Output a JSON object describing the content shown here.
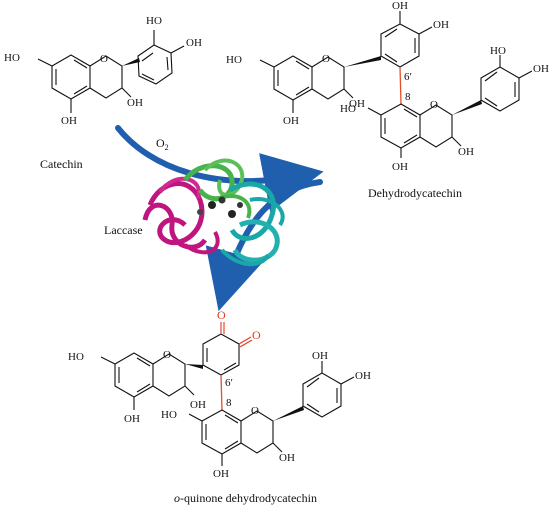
{
  "labels": {
    "catechin": "Catechin",
    "oxygen": "O",
    "oxygen_sub": "2",
    "enzyme": "Laccase",
    "dimer": "Dehydrodycatechin",
    "quinone_prefix": "o",
    "quinone_rest": "-quinone dehydrodycatechin"
  },
  "atoms": {
    "ho": "HO",
    "oh": "OH",
    "o": "O",
    "pos_8": "8",
    "pos_6p": "6′"
  },
  "colors": {
    "bond": "#111111",
    "link_bond": "#e2502a",
    "quinone_o": "#e23a1e",
    "arrow": "#1f5fad",
    "helix_magenta": "#c0147f",
    "helix_green": "#46b44a",
    "helix_cyan": "#19a7a7"
  }
}
